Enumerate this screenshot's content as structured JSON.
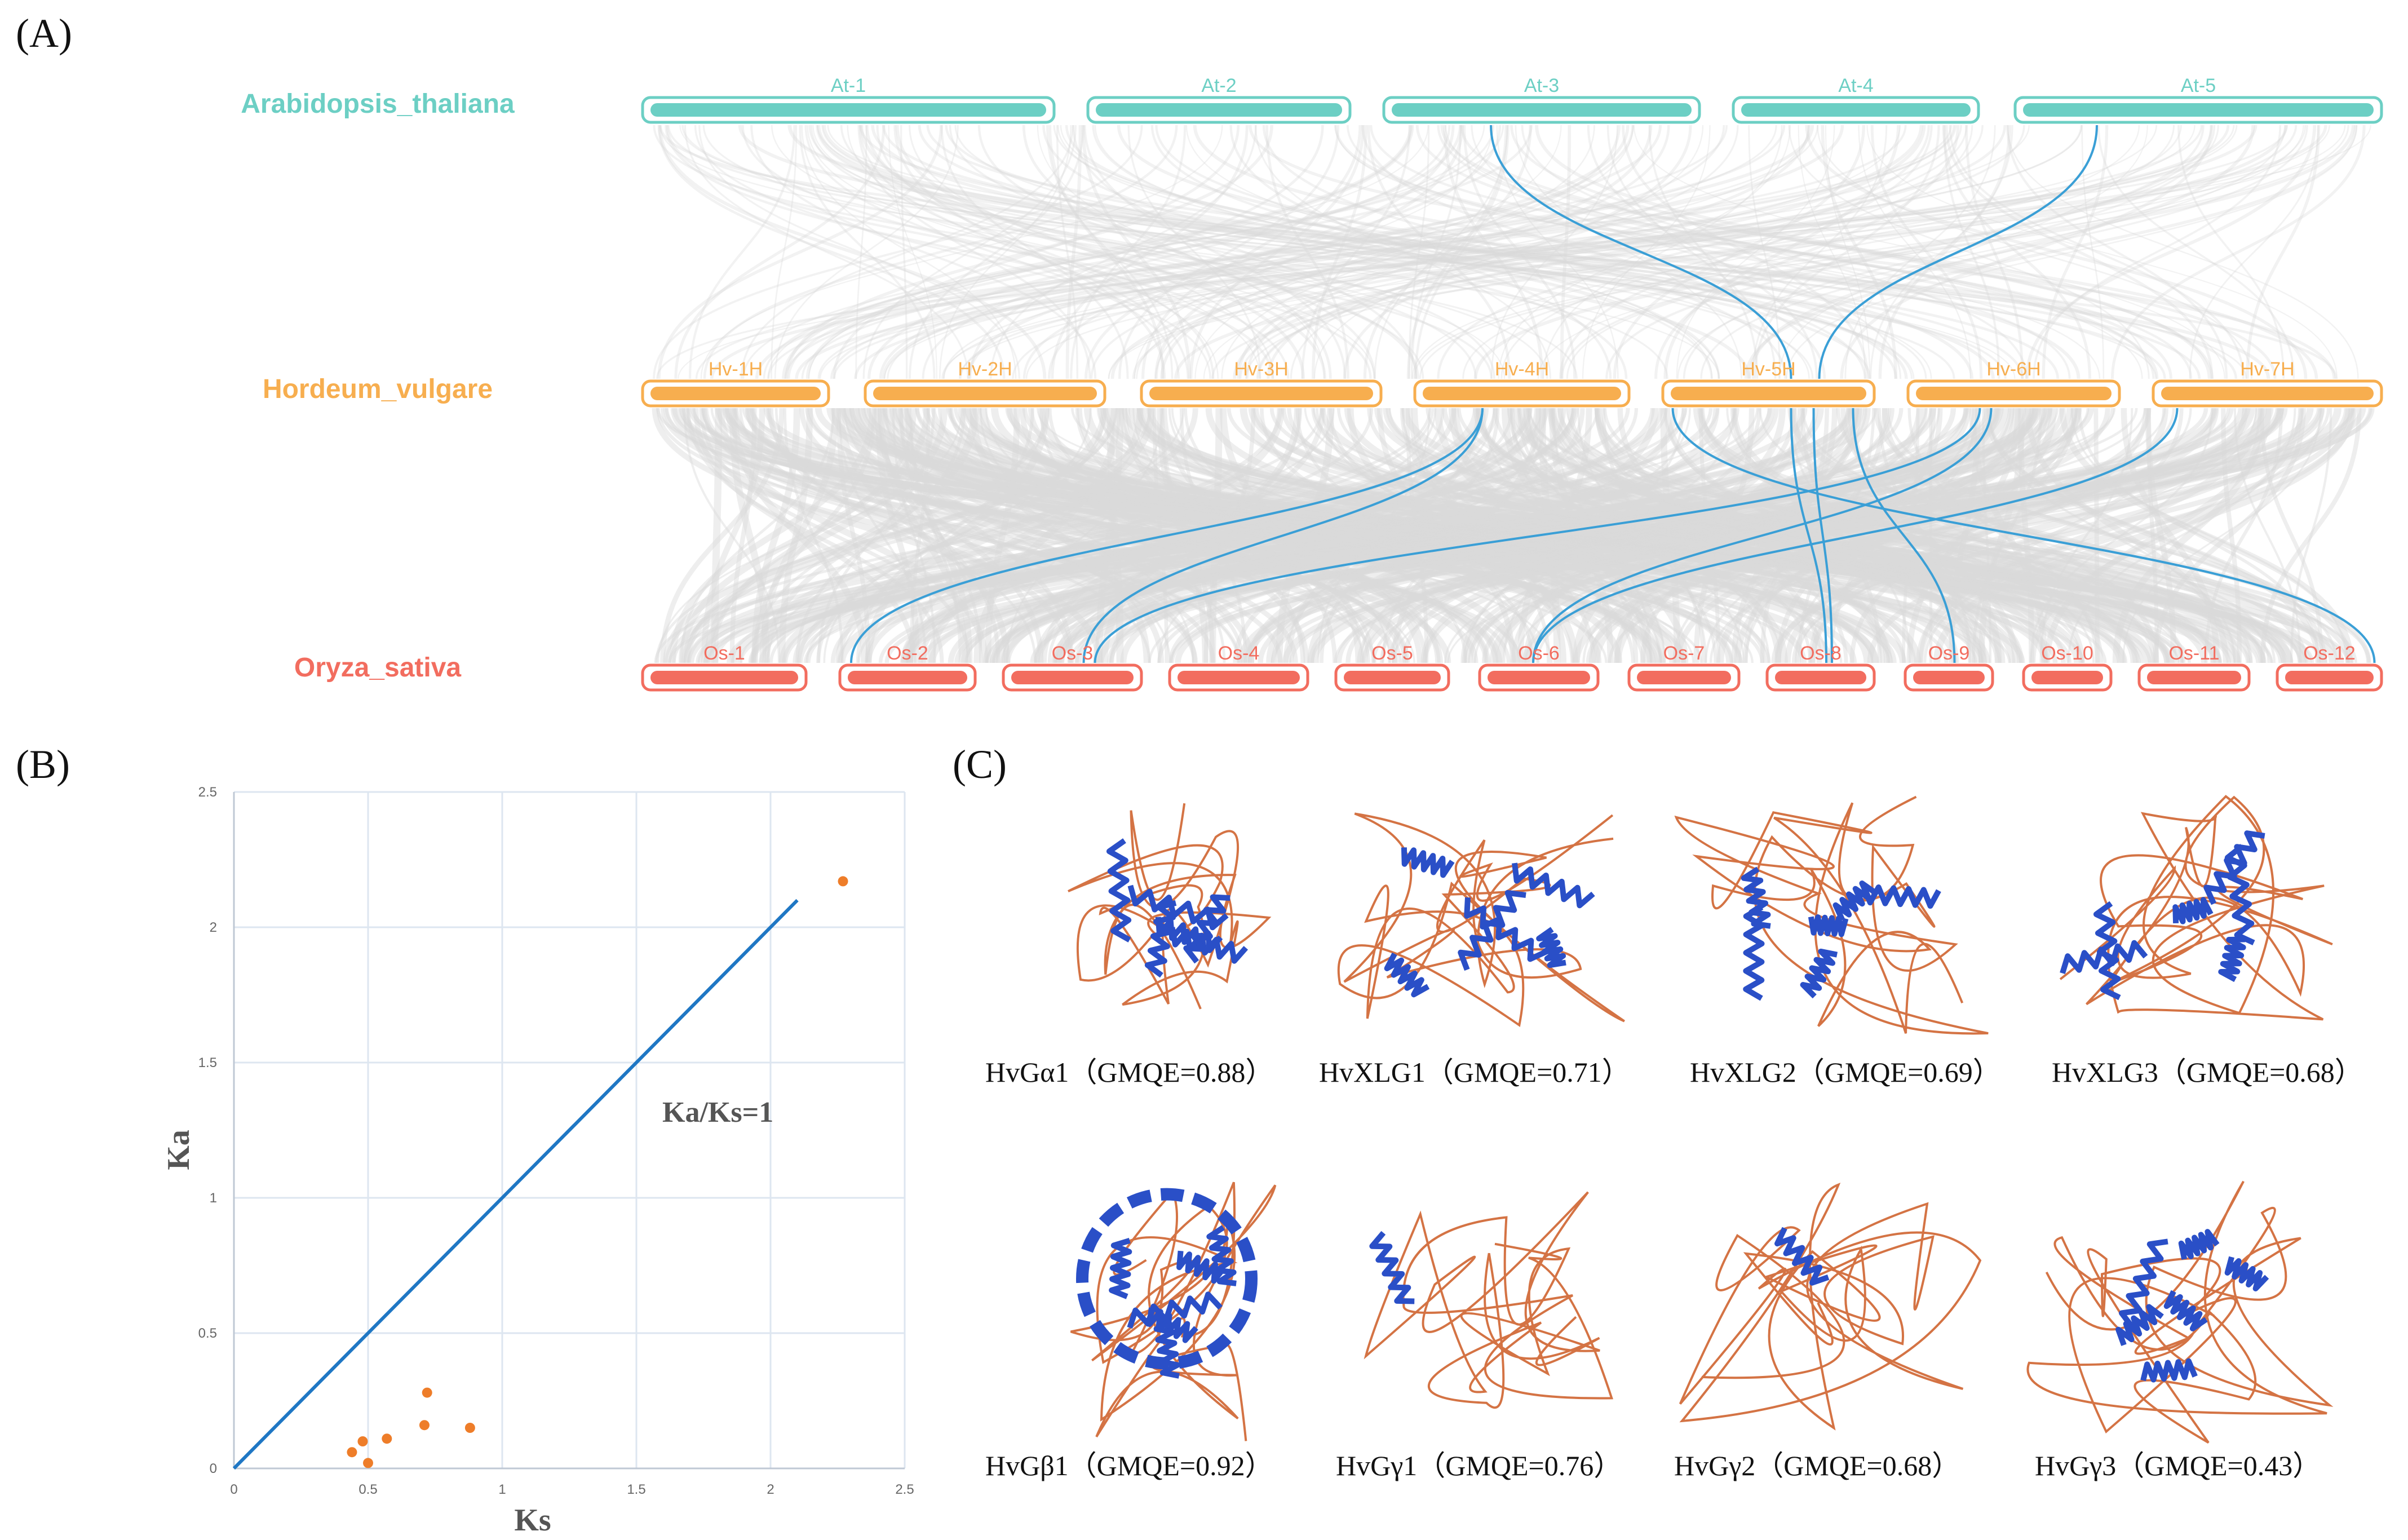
{
  "panel_labels": {
    "a": "(A)",
    "b": "(B)",
    "c": "(C)"
  },
  "colors": {
    "arabidopsis": "#6ccfc4",
    "hordeum": "#f7ae4f",
    "oryza": "#f26d5f",
    "synteny_bg": "#d9d9d9",
    "highlight": "#3a9fd6",
    "scatter": "#ee7d29",
    "diagonal": "#1f77c4",
    "grid": "#dde6f0",
    "struct_blue": "#2a4fc7",
    "struct_orange": "#cc5a23"
  },
  "panel_a": {
    "species": [
      {
        "name": "Arabidopsis_thaliana",
        "chromosomes": [
          "At-1",
          "At-2",
          "At-3",
          "At-4",
          "At-5"
        ]
      },
      {
        "name": "Hordeum_vulgare",
        "chromosomes": [
          "Hv-1H",
          "Hv-2H",
          "Hv-3H",
          "Hv-4H",
          "Hv-5H",
          "Hv-6H",
          "Hv-7H"
        ]
      },
      {
        "name": "Oryza_sativa",
        "chromosomes": [
          "Os-1",
          "Os-2",
          "Os-3",
          "Os-4",
          "Os-5",
          "Os-6",
          "Os-7",
          "Os-8",
          "Os-9",
          "Os-10",
          "Os-11",
          "Os-12"
        ]
      }
    ]
  },
  "chart_data": {
    "type": "scatter",
    "title": "",
    "xlabel": "Ks",
    "ylabel": "Ka",
    "xlim": [
      0,
      2.5
    ],
    "ylim": [
      0,
      2.5
    ],
    "x_ticks": [
      "0",
      "0.5",
      "1",
      "1.5",
      "2",
      "2.5"
    ],
    "y_ticks": [
      "0",
      "0.5",
      "1",
      "1.5",
      "2",
      "2.5"
    ],
    "grid": true,
    "points": [
      {
        "x": 0.44,
        "y": 0.06
      },
      {
        "x": 0.48,
        "y": 0.1
      },
      {
        "x": 0.5,
        "y": 0.02
      },
      {
        "x": 0.57,
        "y": 0.11
      },
      {
        "x": 0.71,
        "y": 0.16
      },
      {
        "x": 0.72,
        "y": 0.28
      },
      {
        "x": 0.88,
        "y": 0.15
      },
      {
        "x": 2.27,
        "y": 2.17
      }
    ],
    "reference_line": {
      "label": "Ka/Ks=1",
      "x": [
        0,
        2.1
      ],
      "y": [
        0,
        2.1
      ]
    }
  },
  "panel_c": {
    "captions": [
      "HvGα1（GMQE=0.88）",
      "HvXLG1（GMQE=0.71）",
      "HvXLG2（GMQE=0.69）",
      "HvXLG3（GMQE=0.68）",
      "HvGβ1（GMQE=0.92）",
      "HvGγ1（GMQE=0.76）",
      "HvGγ2（GMQE=0.68）",
      "HvGγ3（GMQE=0.43）"
    ]
  }
}
